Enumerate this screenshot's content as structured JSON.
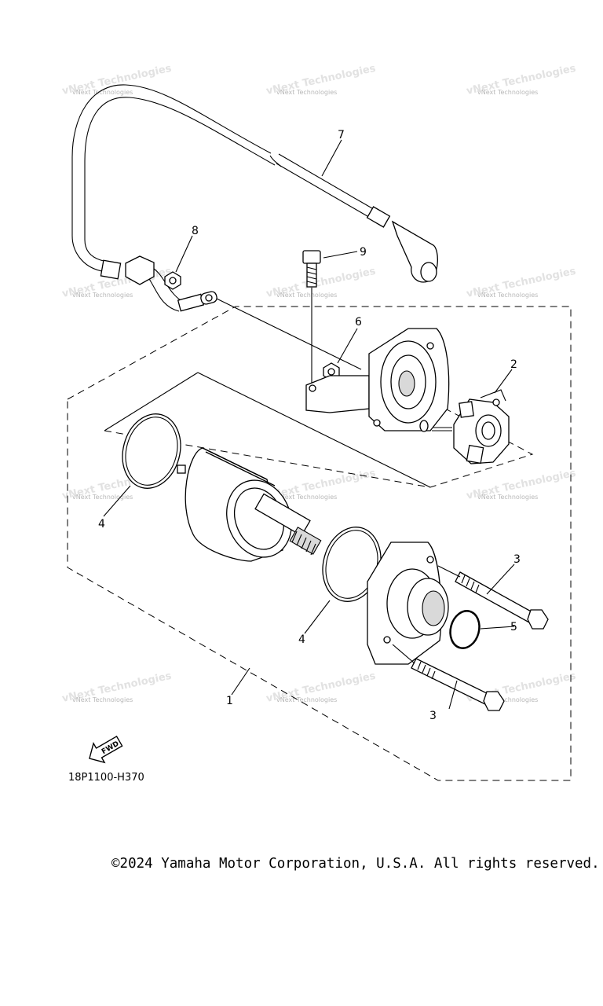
{
  "diagram": {
    "callouts": {
      "p1": "1",
      "p2": "2",
      "p3a": "3",
      "p3b": "3",
      "p4a": "4",
      "p4b": "4",
      "p5": "5",
      "p6": "6",
      "p7": "7",
      "p8": "8",
      "p9": "9"
    },
    "fwd_label": "FWD",
    "drawing_code": "18P1100-H370",
    "watermark_text": "vNext Technologies",
    "watermark_bg_text": "vNext Technologies"
  },
  "footer": {
    "copyright": "©2024 Yamaha Motor Corporation, U.S.A. All rights reserved."
  }
}
